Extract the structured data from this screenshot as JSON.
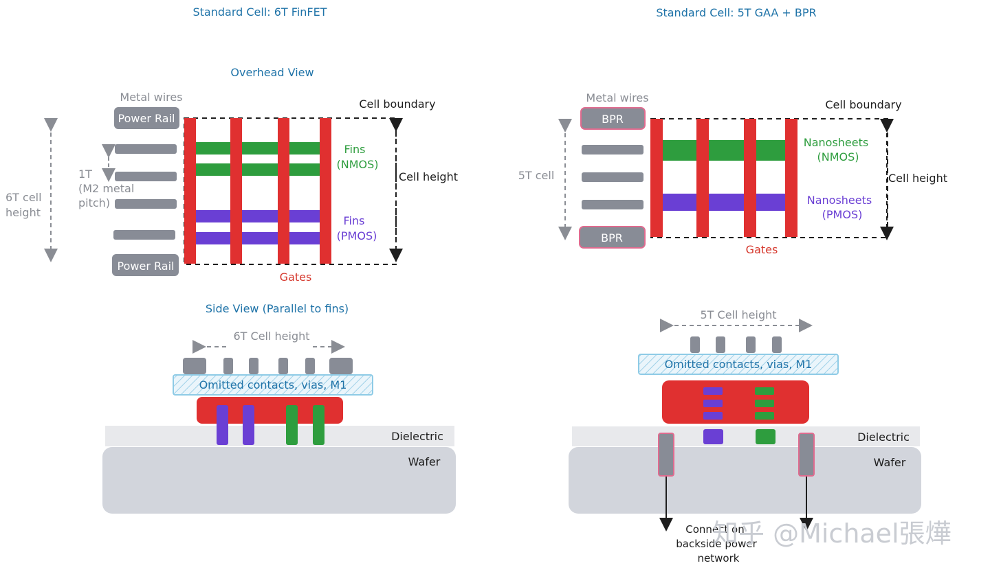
{
  "left": {
    "title": "Standard Cell: 6T FinFET",
    "overhead_title": "Overhead View",
    "metal_wires": "Metal wires",
    "power_rail_top": "Power Rail",
    "power_rail_bottom": "Power Rail",
    "cell_boundary": "Cell boundary",
    "cell_height": "Cell height",
    "fins_nmos_1": "Fins",
    "fins_nmos_2": "(NMOS)",
    "fins_pmos_1": "Fins",
    "fins_pmos_2": "(PMOS)",
    "gates": "Gates",
    "one_t_1": "1T",
    "one_t_2": "(M2 metal",
    "one_t_3": "pitch)",
    "six_t_1": "6T cell",
    "six_t_2": "height",
    "side_title": "Side View (Parallel to fins)",
    "side_height": "6T Cell height",
    "omitted": "Omitted contacts, vias, M1",
    "dielectric": "Dielectric",
    "wafer": "Wafer"
  },
  "right": {
    "title": "Standard Cell: 5T GAA + BPR",
    "metal_wires": "Metal wires",
    "bpr_top": "BPR",
    "bpr_bottom": "BPR",
    "cell_boundary": "Cell boundary",
    "cell_height": "Cell height",
    "nano_nmos_1": "Nanosheets",
    "nano_nmos_2": "(NMOS)",
    "nano_pmos_1": "Nanosheets",
    "nano_pmos_2": "(PMOS)",
    "gates": "Gates",
    "five_t": "5T cell",
    "side_height": "5T Cell height",
    "omitted": "Omitted contacts, vias, M1",
    "dielectric": "Dielectric",
    "wafer": "Wafer",
    "backside_1": "Connect on",
    "backside_2": "backside power",
    "backside_3": "network"
  },
  "watermark": "知乎 @Michael張燁",
  "colors": {
    "title_blue": "#1f73a8",
    "gate_red": "#e03030",
    "nmos_green": "#2e9d3e",
    "pmos_purple": "#6a3fd4",
    "metal_gray": "#888c96",
    "bpr_pink": "#e06b8f",
    "wafer_gray": "#d2d5dc",
    "dielectric_gray": "#e8e9ec",
    "hatch_blue": "#8ecbe6"
  }
}
